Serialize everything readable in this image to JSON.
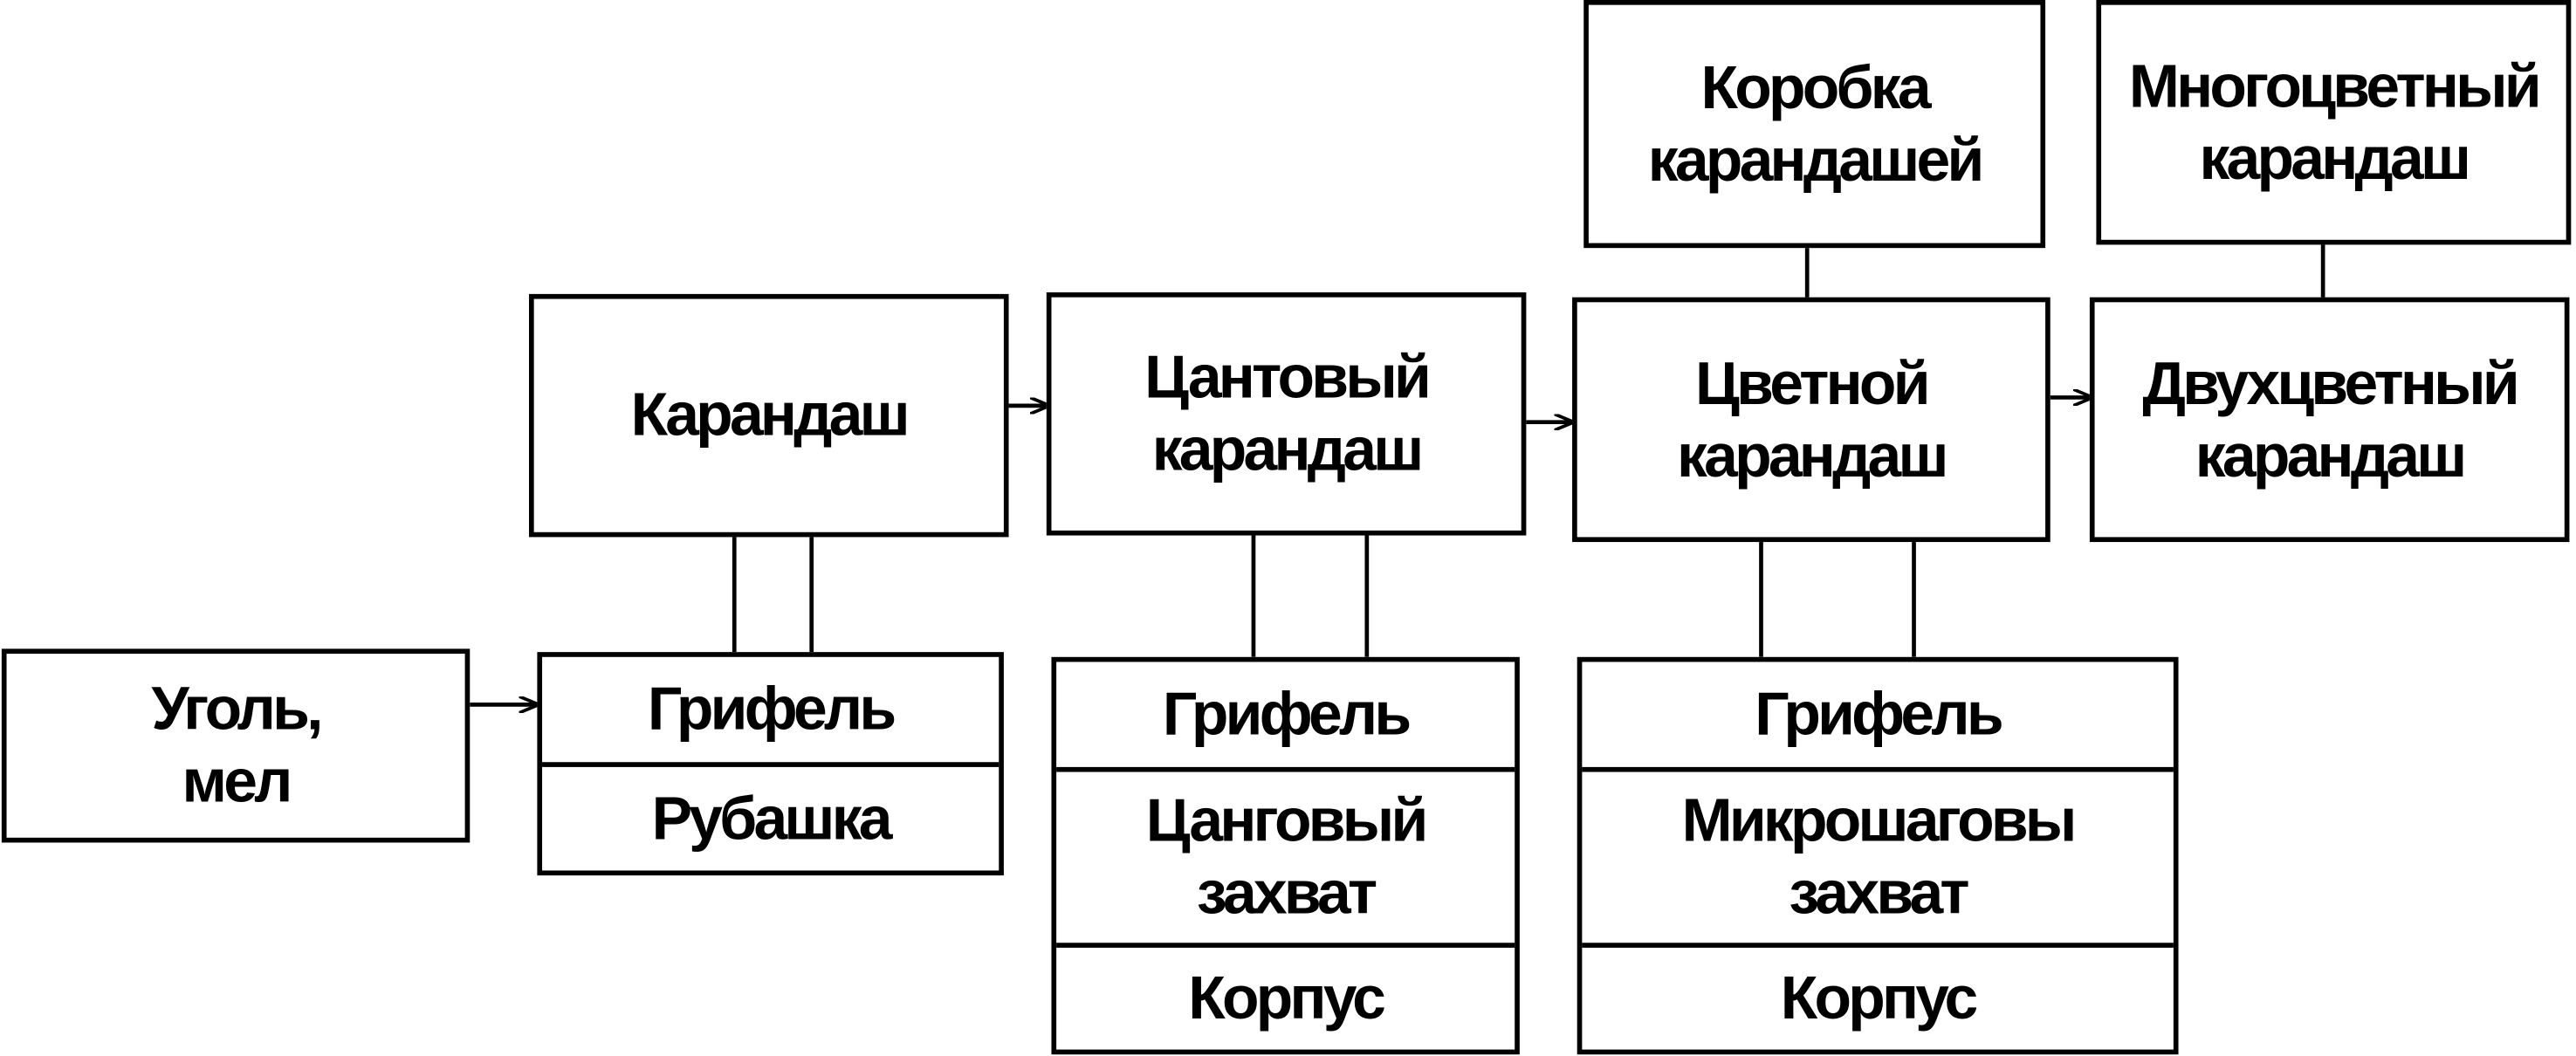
{
  "diagram": {
    "nodes": {
      "coal": "Уголь,\nмел",
      "pencil": "Карандаш",
      "pencil_stack": [
        "Грифель",
        "Рубашка"
      ],
      "collet_pencil": "Цантовый\nкарандаш",
      "collet_stack": [
        "Грифель",
        "Цанговый\nзахват",
        "Корпус"
      ],
      "color_pencil": "Цветной\nкарандаш",
      "color_stack": [
        "Грифель",
        "Микрошаговы\nзахват",
        "Корпус"
      ],
      "box_of_pencils": "Коробка\nкарандашей",
      "two_color_pencil": "Двухцветный\nкарандаш",
      "multi_color_pencil": "Многоцветный\nкарандаш"
    }
  },
  "style": {
    "line_color": "#000000",
    "background": "#ffffff"
  }
}
